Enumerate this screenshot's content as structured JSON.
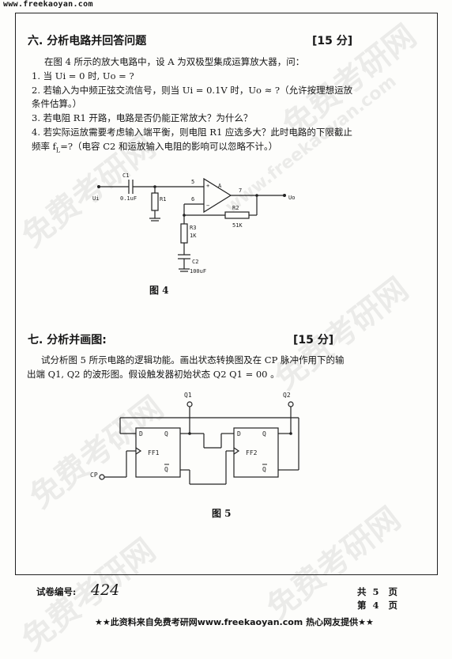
{
  "header": {
    "url": "www.freekaoyan.com"
  },
  "section6": {
    "title": "六. 分析电路并回答问题",
    "score": "[15 分]",
    "intro": "在图 4 所示的放大电路中，设 A 为双极型集成运算放大器，问：",
    "q1": "1. 当 Ui = 0 时, Uo = ?",
    "q2_line1": "2. 若输入为中频正弦交流信号，则当 Ui = 0.1V 时，Uo ≈ ?（允许按理想运放",
    "q2_line2": "条件估算。）",
    "q3": "3. 若电阻 R1 开路，电路是否仍能正常放大？为什么？",
    "q4_line1": "4. 若实际运放需要考虑输入端平衡，则电阻 R1 应选多大？此时电路的下限截止",
    "q4_line2_pre": "频率 f",
    "q4_line2_sub": "L",
    "q4_line2_post": "=?（电容 C2 和运放输入电阻的影响可以忽略不计。）",
    "figure": {
      "caption": "图 4",
      "labels": {
        "c1": "C1",
        "c1_value": "0.1uF",
        "ui": "Ui",
        "r1": "R1",
        "pin5": "5",
        "pin6": "6",
        "pin7": "7",
        "plus": "+",
        "minus": "−",
        "amp": "A",
        "r2": "R2",
        "r2_value": "51K",
        "uo": "Uo",
        "r3": "R3",
        "r3_value": "1K",
        "c2": "C2",
        "c2_value": "100uF"
      }
    }
  },
  "section7": {
    "title": "七. 分析并画图:",
    "score": "[15 分]",
    "line1": "试分析图 5 所示电路的逻辑功能。画出状态转换图及在 CP 脉冲作用下的输",
    "line2": "出端 Q1, Q2 的波形图。假设触发器初始状态 Q2 Q1 = 00 。",
    "figure": {
      "caption": "图 5",
      "labels": {
        "q1": "Q1",
        "q2": "Q2",
        "cp": "CP",
        "ff1": "FF1",
        "ff2": "FF2",
        "d": "D",
        "q": "Q",
        "qbar": "Q"
      }
    }
  },
  "footer": {
    "exam_no_label": "试卷编号:",
    "exam_no": "424",
    "total_pages": "共  5   页",
    "page": "第  4   页"
  },
  "bottom_banner": "★★此资料来自免费考研网www.freekaoyan.com 热心网友提供★★",
  "watermarks": [
    "免费考研网",
    "www.freekaoyan.com"
  ]
}
